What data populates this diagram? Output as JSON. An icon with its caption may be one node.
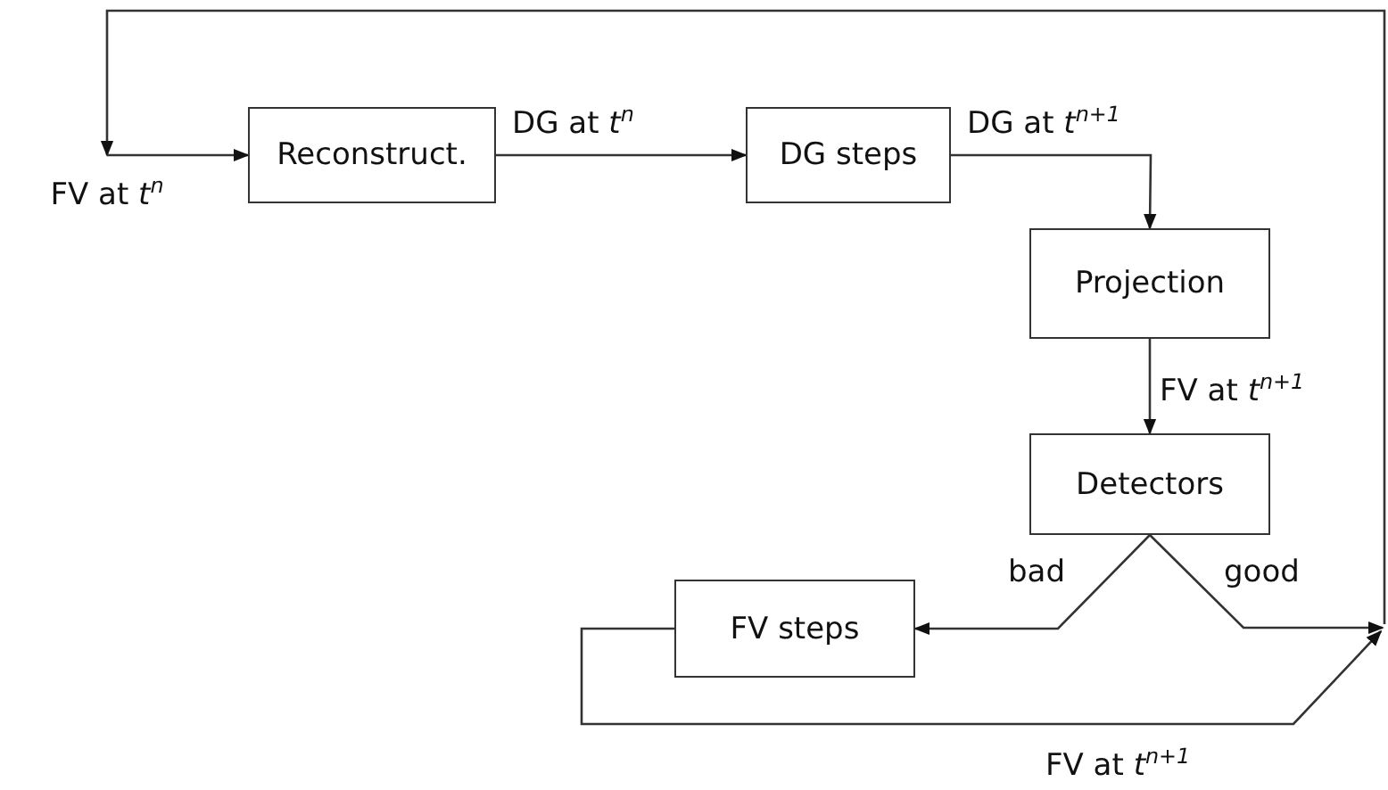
{
  "diagram": {
    "nodes": [
      {
        "text": [
          "FV at *t*$^{n}$"
        ]
      },
      {
        "text": [
          "Reconstruct."
        ]
      },
      {
        "text": [
          "DG steps"
        ]
      },
      {
        "text": [
          "Projection"
        ]
      },
      {
        "text": [
          "Detectors"
        ]
      },
      {
        "text": [
          "FV steps"
        ]
      }
    ],
    "edges": [
      {
        "from": null,
        "to": 0,
        "arrow": "to"
      },
      {
        "from": 0,
        "to": 1,
        "arrow": "to"
      },
      {
        "from": 1,
        "to": 2,
        "arrow": "to",
        "label": "DG at *t*$^{n}$"
      },
      {
        "from": 2,
        "to": 3,
        "arrow": "to",
        "label": "DG at *t*$^{n+1}$"
      },
      {
        "from": 3,
        "to": 4,
        "arrow": "to",
        "label": "FV at *t*$^{n+1}$"
      },
      {
        "from": 4,
        "to": 5,
        "arrow": "to",
        "label": "bad"
      },
      {
        "from": 4,
        "to": null,
        "arrow": "to",
        "label": "good"
      },
      {
        "from": 5,
        "to": null,
        "arrow": "to",
        "label": "FV at *t*$^{n+1}$"
      }
    ]
  }
}
